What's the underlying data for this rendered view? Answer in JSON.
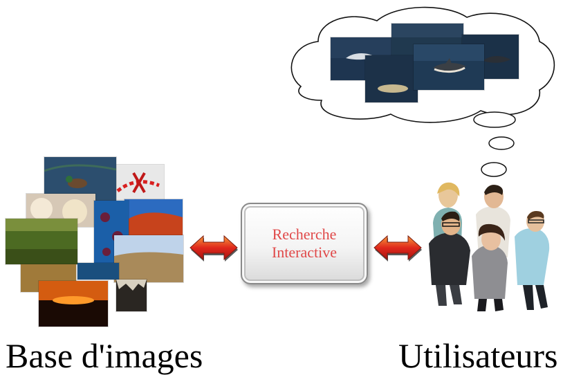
{
  "diagram": {
    "left_label": "Base d'images",
    "right_label": "Utilisateurs",
    "center_line1": "Recherche",
    "center_line2": "Interactive"
  },
  "colors": {
    "center_text": "#e04848",
    "arrow_red": "#e0281c",
    "arrow_orange": "#f08a2a",
    "arrow_gray": "#5a5a5a"
  }
}
